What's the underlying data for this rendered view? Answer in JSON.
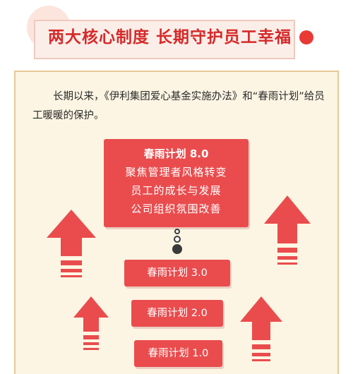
{
  "header": {
    "title": "两大核心制度 长期守护员工幸福"
  },
  "intro": {
    "text": "长期以来，《伊利集团爱心基金实施办法》和“春雨计划”给员工暖暖的保护。"
  },
  "plans": {
    "main": {
      "title": "春雨计划 8.0",
      "lines": [
        "聚焦管理者风格转变",
        "员工的成长与发展",
        "公司组织氛围改善"
      ]
    },
    "v3": "春雨计划 3.0",
    "v2": "春雨计划 2.0",
    "v1": "春雨计划 1.0"
  },
  "colors": {
    "accent_red": "#ea4c4e",
    "title_red": "#d62a2a",
    "panel_bg": "#fdf5e3",
    "panel_border": "#e9c796"
  }
}
